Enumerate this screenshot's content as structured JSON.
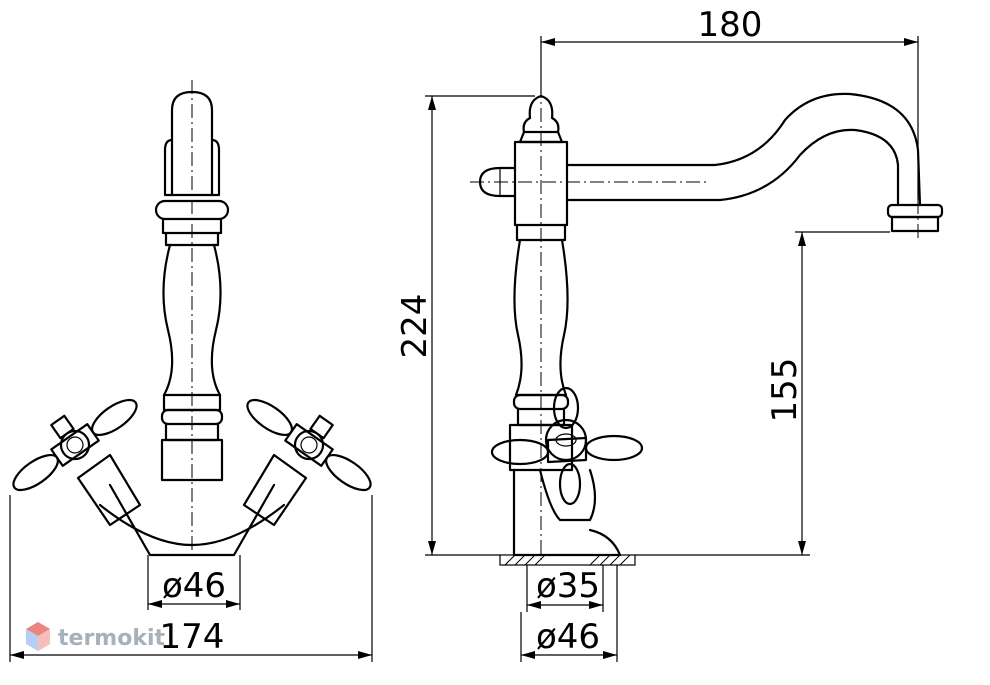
{
  "dimensions": {
    "spout_reach": "180",
    "total_height": "224",
    "spout_height": "155",
    "base_dia_front": "ø46",
    "overall_width": "174",
    "mount_dia": "ø35",
    "base_dia_side": "ø46"
  },
  "watermark": {
    "text": "termokit",
    "icon": "cube-logo-icon"
  },
  "colors": {
    "line": "#000000",
    "watermark": "#9aa3ad",
    "watermark_logo": "#e8706a"
  }
}
